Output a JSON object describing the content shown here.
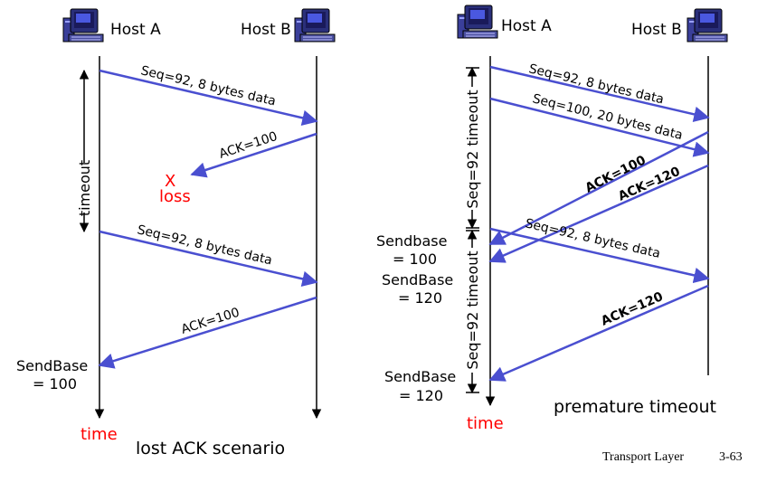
{
  "colors": {
    "arrow": "#4a4fd0",
    "loss": "#ff0000",
    "line": "#000000"
  },
  "left": {
    "host_a": "Host A",
    "host_b": "Host B",
    "timeout": "timeout",
    "msg1": "Seq=92, 8 bytes data",
    "ack1": "ACK=100",
    "loss_mark": "X",
    "loss": "loss",
    "msg2": "Seq=92, 8 bytes data",
    "ack2": "ACK=100",
    "sendbase_line1": "SendBase",
    "sendbase_line2": "= 100",
    "time": "time",
    "caption": "lost ACK scenario"
  },
  "right": {
    "host_a": "Host A",
    "host_b": "Host B",
    "timeout1": "Seq=92 timeout",
    "timeout2": "Seq=92 timeout",
    "msg1": "Seq=92, 8 bytes data",
    "msg2": "Seq=100, 20 bytes data",
    "ack1": "ACK=100",
    "ack2": "ACK=120",
    "msg3": "Seq=92, 8 bytes data",
    "ack3": "ACK=120",
    "sendbase_a_line1": "Sendbase",
    "sendbase_a_line2": "= 100",
    "sendbase_b_line1": "SendBase",
    "sendbase_b_line2": "= 120",
    "sendbase_c_line1": "SendBase",
    "sendbase_c_line2": "= 120",
    "time": "time",
    "caption": "premature timeout"
  },
  "footer": {
    "title": "Transport Layer",
    "page": "3-63"
  },
  "icons": {
    "computer": "computer-icon"
  }
}
